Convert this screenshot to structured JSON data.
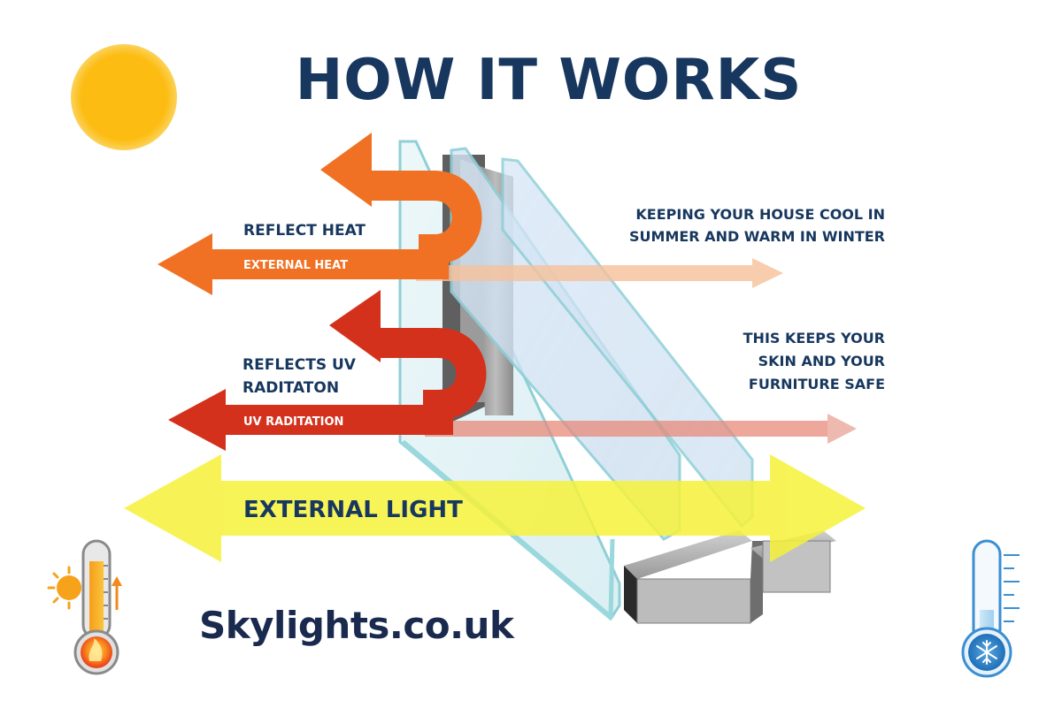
{
  "title": "HOW IT WORKS",
  "heat": {
    "reflect_label": "REFLECT HEAT",
    "arrow_label": "EXTERNAL HEAT",
    "benefit_lines": [
      "KEEPING YOUR HOUSE COOL IN",
      "SUMMER AND WARM IN WINTER"
    ]
  },
  "uv": {
    "reflect_lines": [
      "REFLECTS UV",
      "RADITATON"
    ],
    "arrow_label": "UV RADITATION",
    "benefit_lines": [
      "THIS KEEPS YOUR",
      "SKIN AND YOUR",
      "FURNITURE SAFE"
    ]
  },
  "light": {
    "arrow_label": "EXTERNAL LIGHT"
  },
  "brand": {
    "logo_text": "Skylights.co.uk"
  },
  "colors": {
    "title": "#17375e",
    "heat_arrow": "#f07124",
    "uv_arrow": "#d4311c",
    "light_arrow": "#f6f23a",
    "sun": "#fcbc11",
    "glass": "#bfe6ea"
  },
  "icons": {
    "sun": "sun-icon",
    "hot_thermometer": "hot-thermometer-icon",
    "cold_thermometer": "cold-thermometer-icon"
  }
}
